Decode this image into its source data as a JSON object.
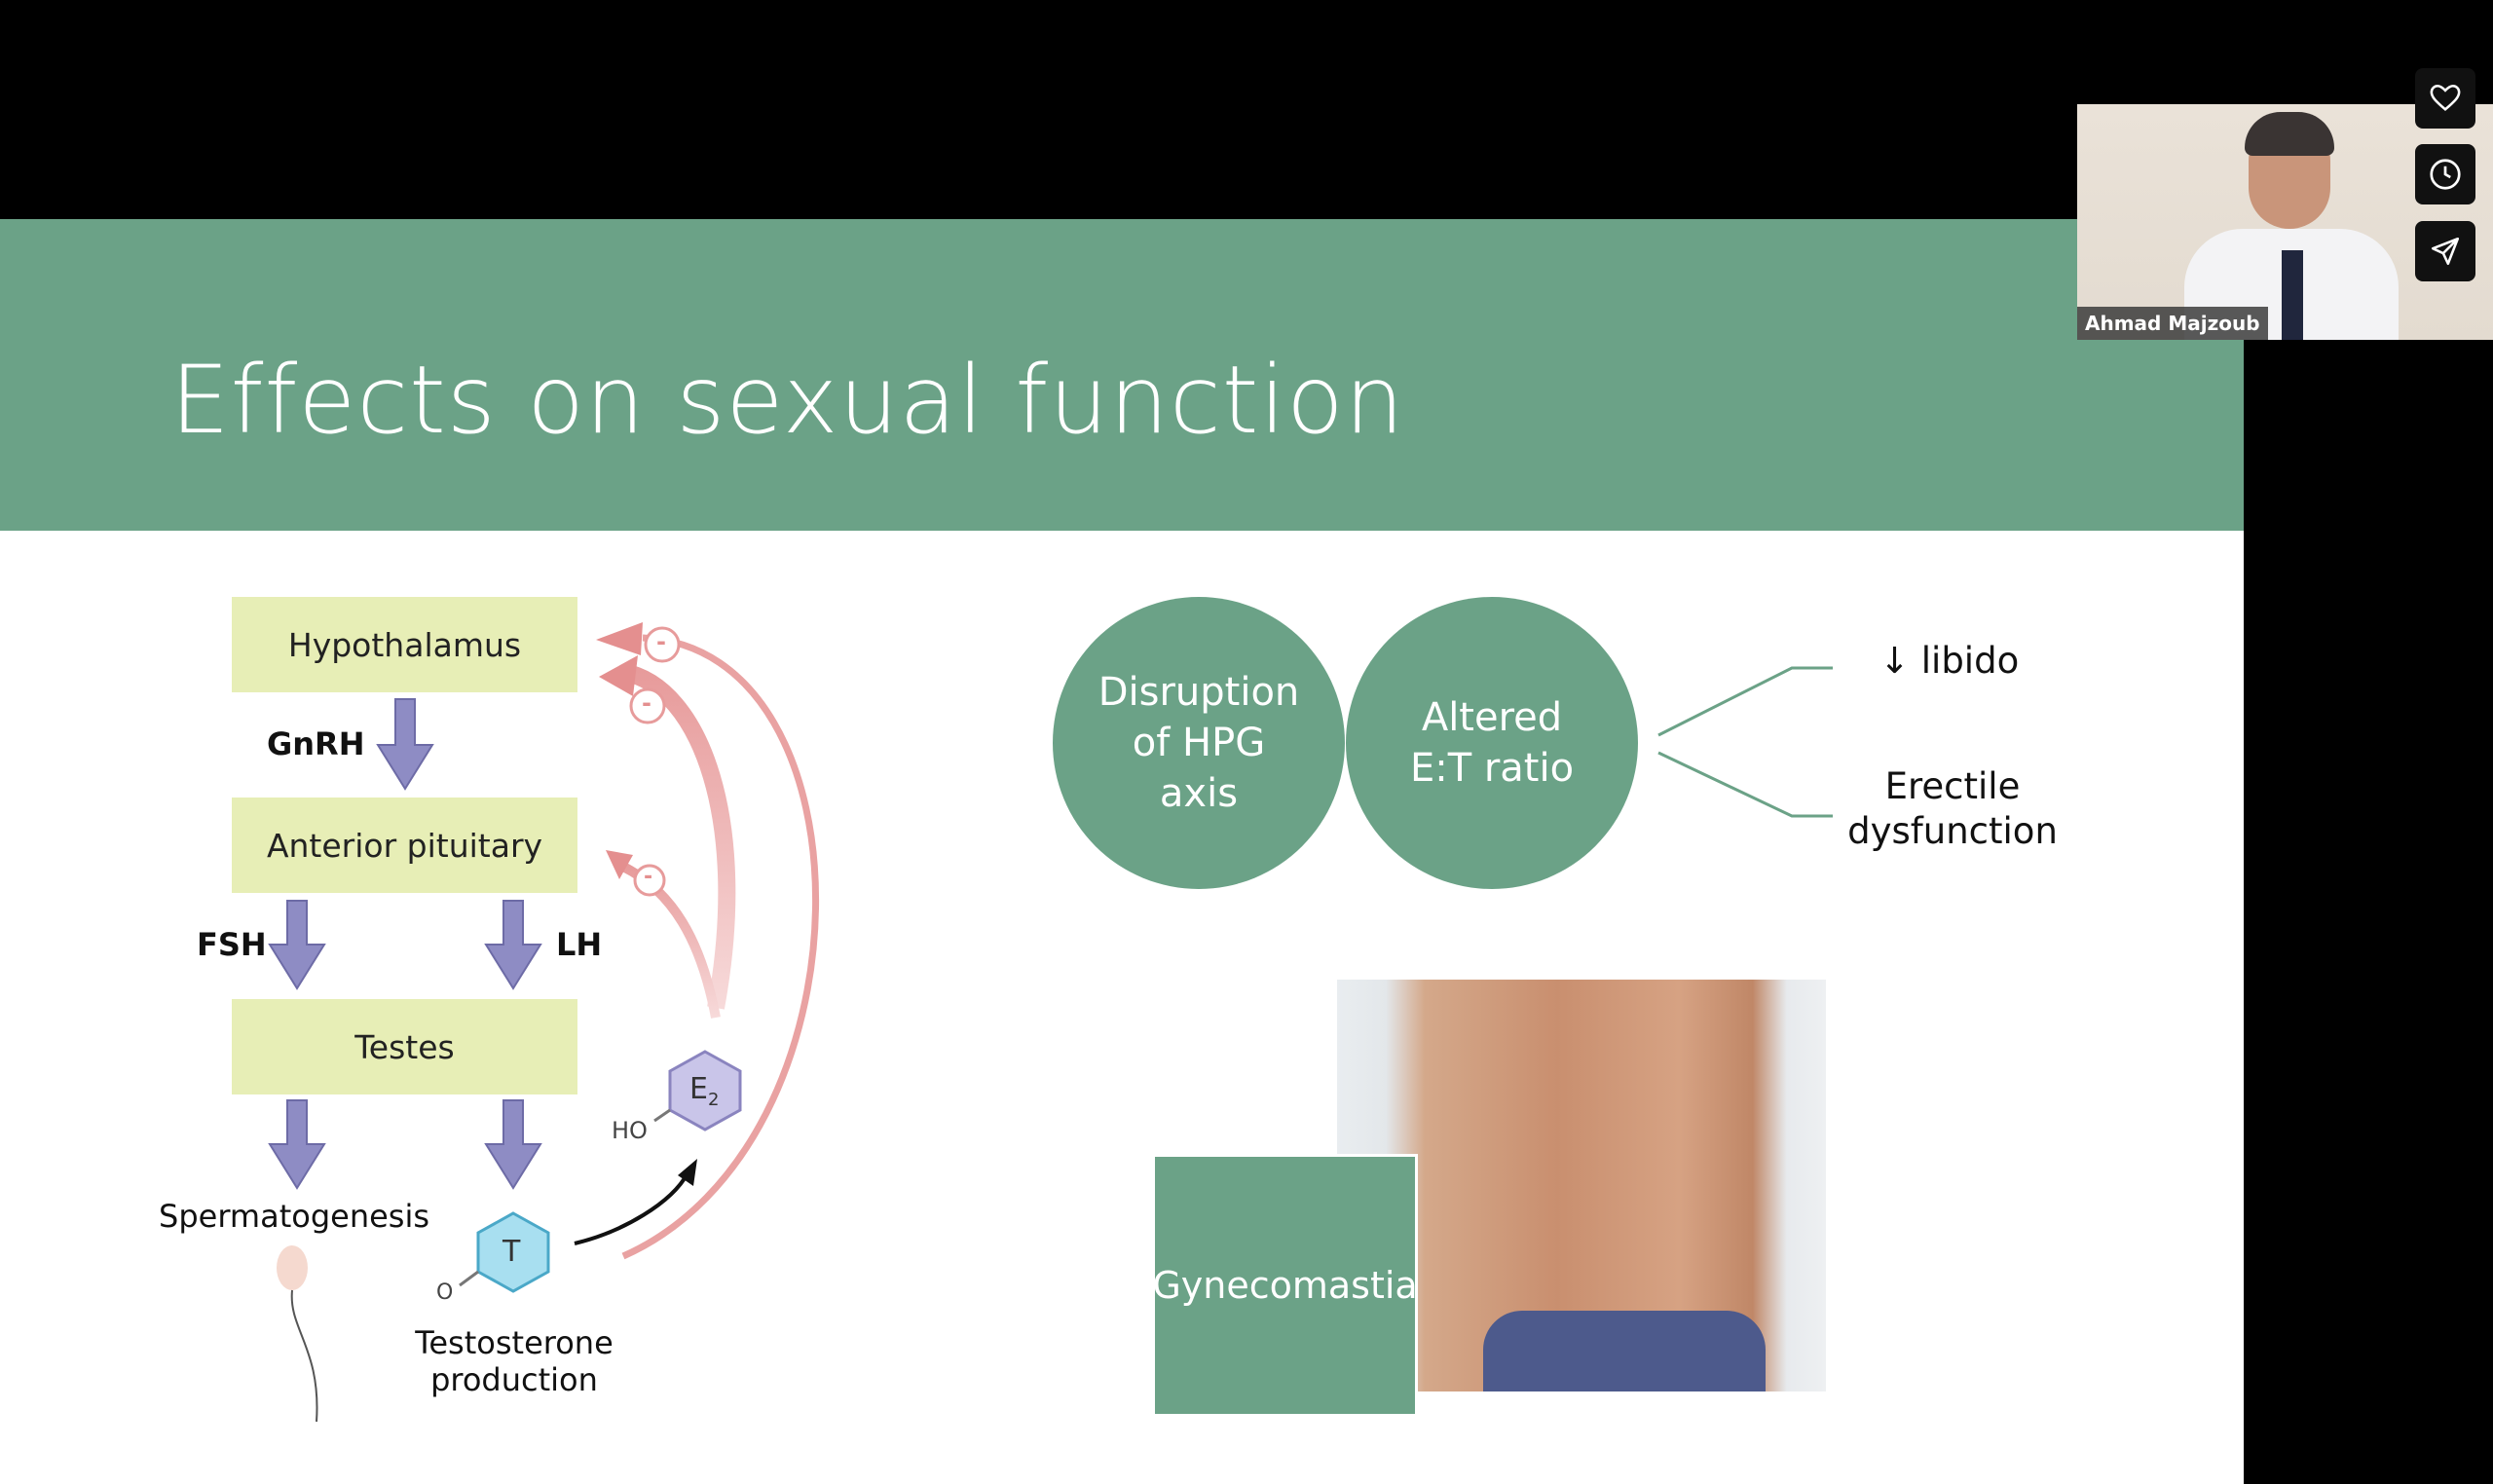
{
  "slide": {
    "title": "Effects on sexual function",
    "diagram": {
      "boxes": [
        "Hypothalamus",
        "Anterior pituitary",
        "Testes"
      ],
      "labels": {
        "gnrh": "GnRH",
        "fsh": "FSH",
        "lh": "LH",
        "spermatogenesis": "Spermatogenesis",
        "testosterone_line1": "Testosterone",
        "testosterone_line2": "production",
        "ho": "HO",
        "o": "O",
        "t": "T",
        "e": "E",
        "e_sub": "2",
        "minus": "-"
      }
    },
    "circles": [
      [
        "Disruption",
        "of HPG",
        "axis"
      ],
      [
        "Altered",
        "E:T ratio"
      ]
    ],
    "effects": {
      "libido": "↓ libido",
      "ed_line1": "Erectile",
      "ed_line2": "dysfunction"
    },
    "gynecomastia": "Gynecomastia"
  },
  "video": {
    "participant_name": "Ahmad Majzoub"
  },
  "side_buttons": [
    "heart-icon",
    "clock-icon",
    "send-icon"
  ],
  "colors": {
    "accent_green": "#6ba287",
    "box_yellow": "#e7eeb6",
    "arrow_purple": "#8e8cc4",
    "feedback_pink": "#e9a2a2"
  }
}
